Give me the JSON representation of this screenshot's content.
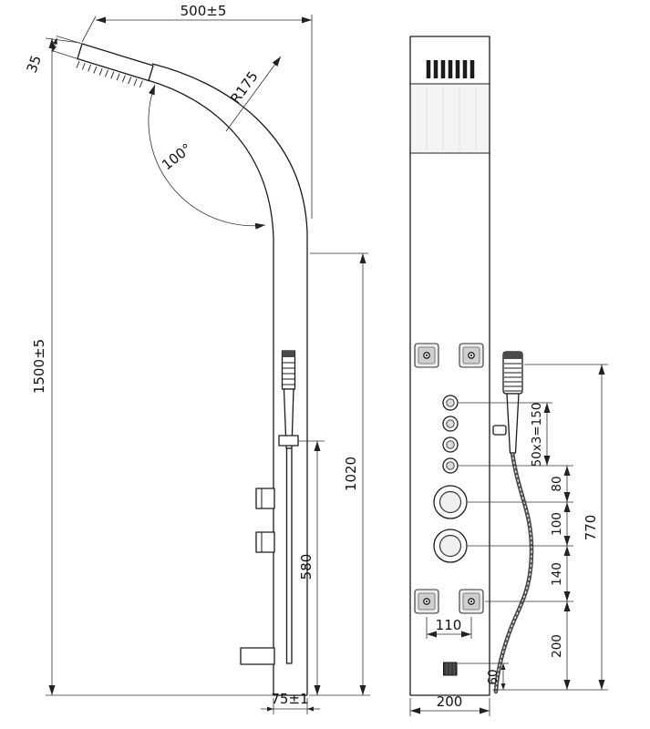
{
  "drawing": {
    "subject": "Shower panel technical drawing, side and front views",
    "line_color": "#1a1a1a",
    "views": {
      "side": {
        "dims": {
          "top_width": "500±5",
          "head_depth": "35",
          "bend_radius": "R175",
          "head_angle": "100°",
          "overall_height": "1500±5",
          "arm_to_base": "1020",
          "shower_to_base": "580",
          "panel_depth": "75±1"
        }
      },
      "front": {
        "dims": {
          "jet_spacing": "110",
          "panel_width": "200",
          "outlet_height": "60",
          "button_pitch": "50x3=150",
          "seg_80": "80",
          "seg_100": "100",
          "seg_140": "140",
          "seg_bottom": "200",
          "hand_shower_height": "770"
        }
      }
    }
  }
}
